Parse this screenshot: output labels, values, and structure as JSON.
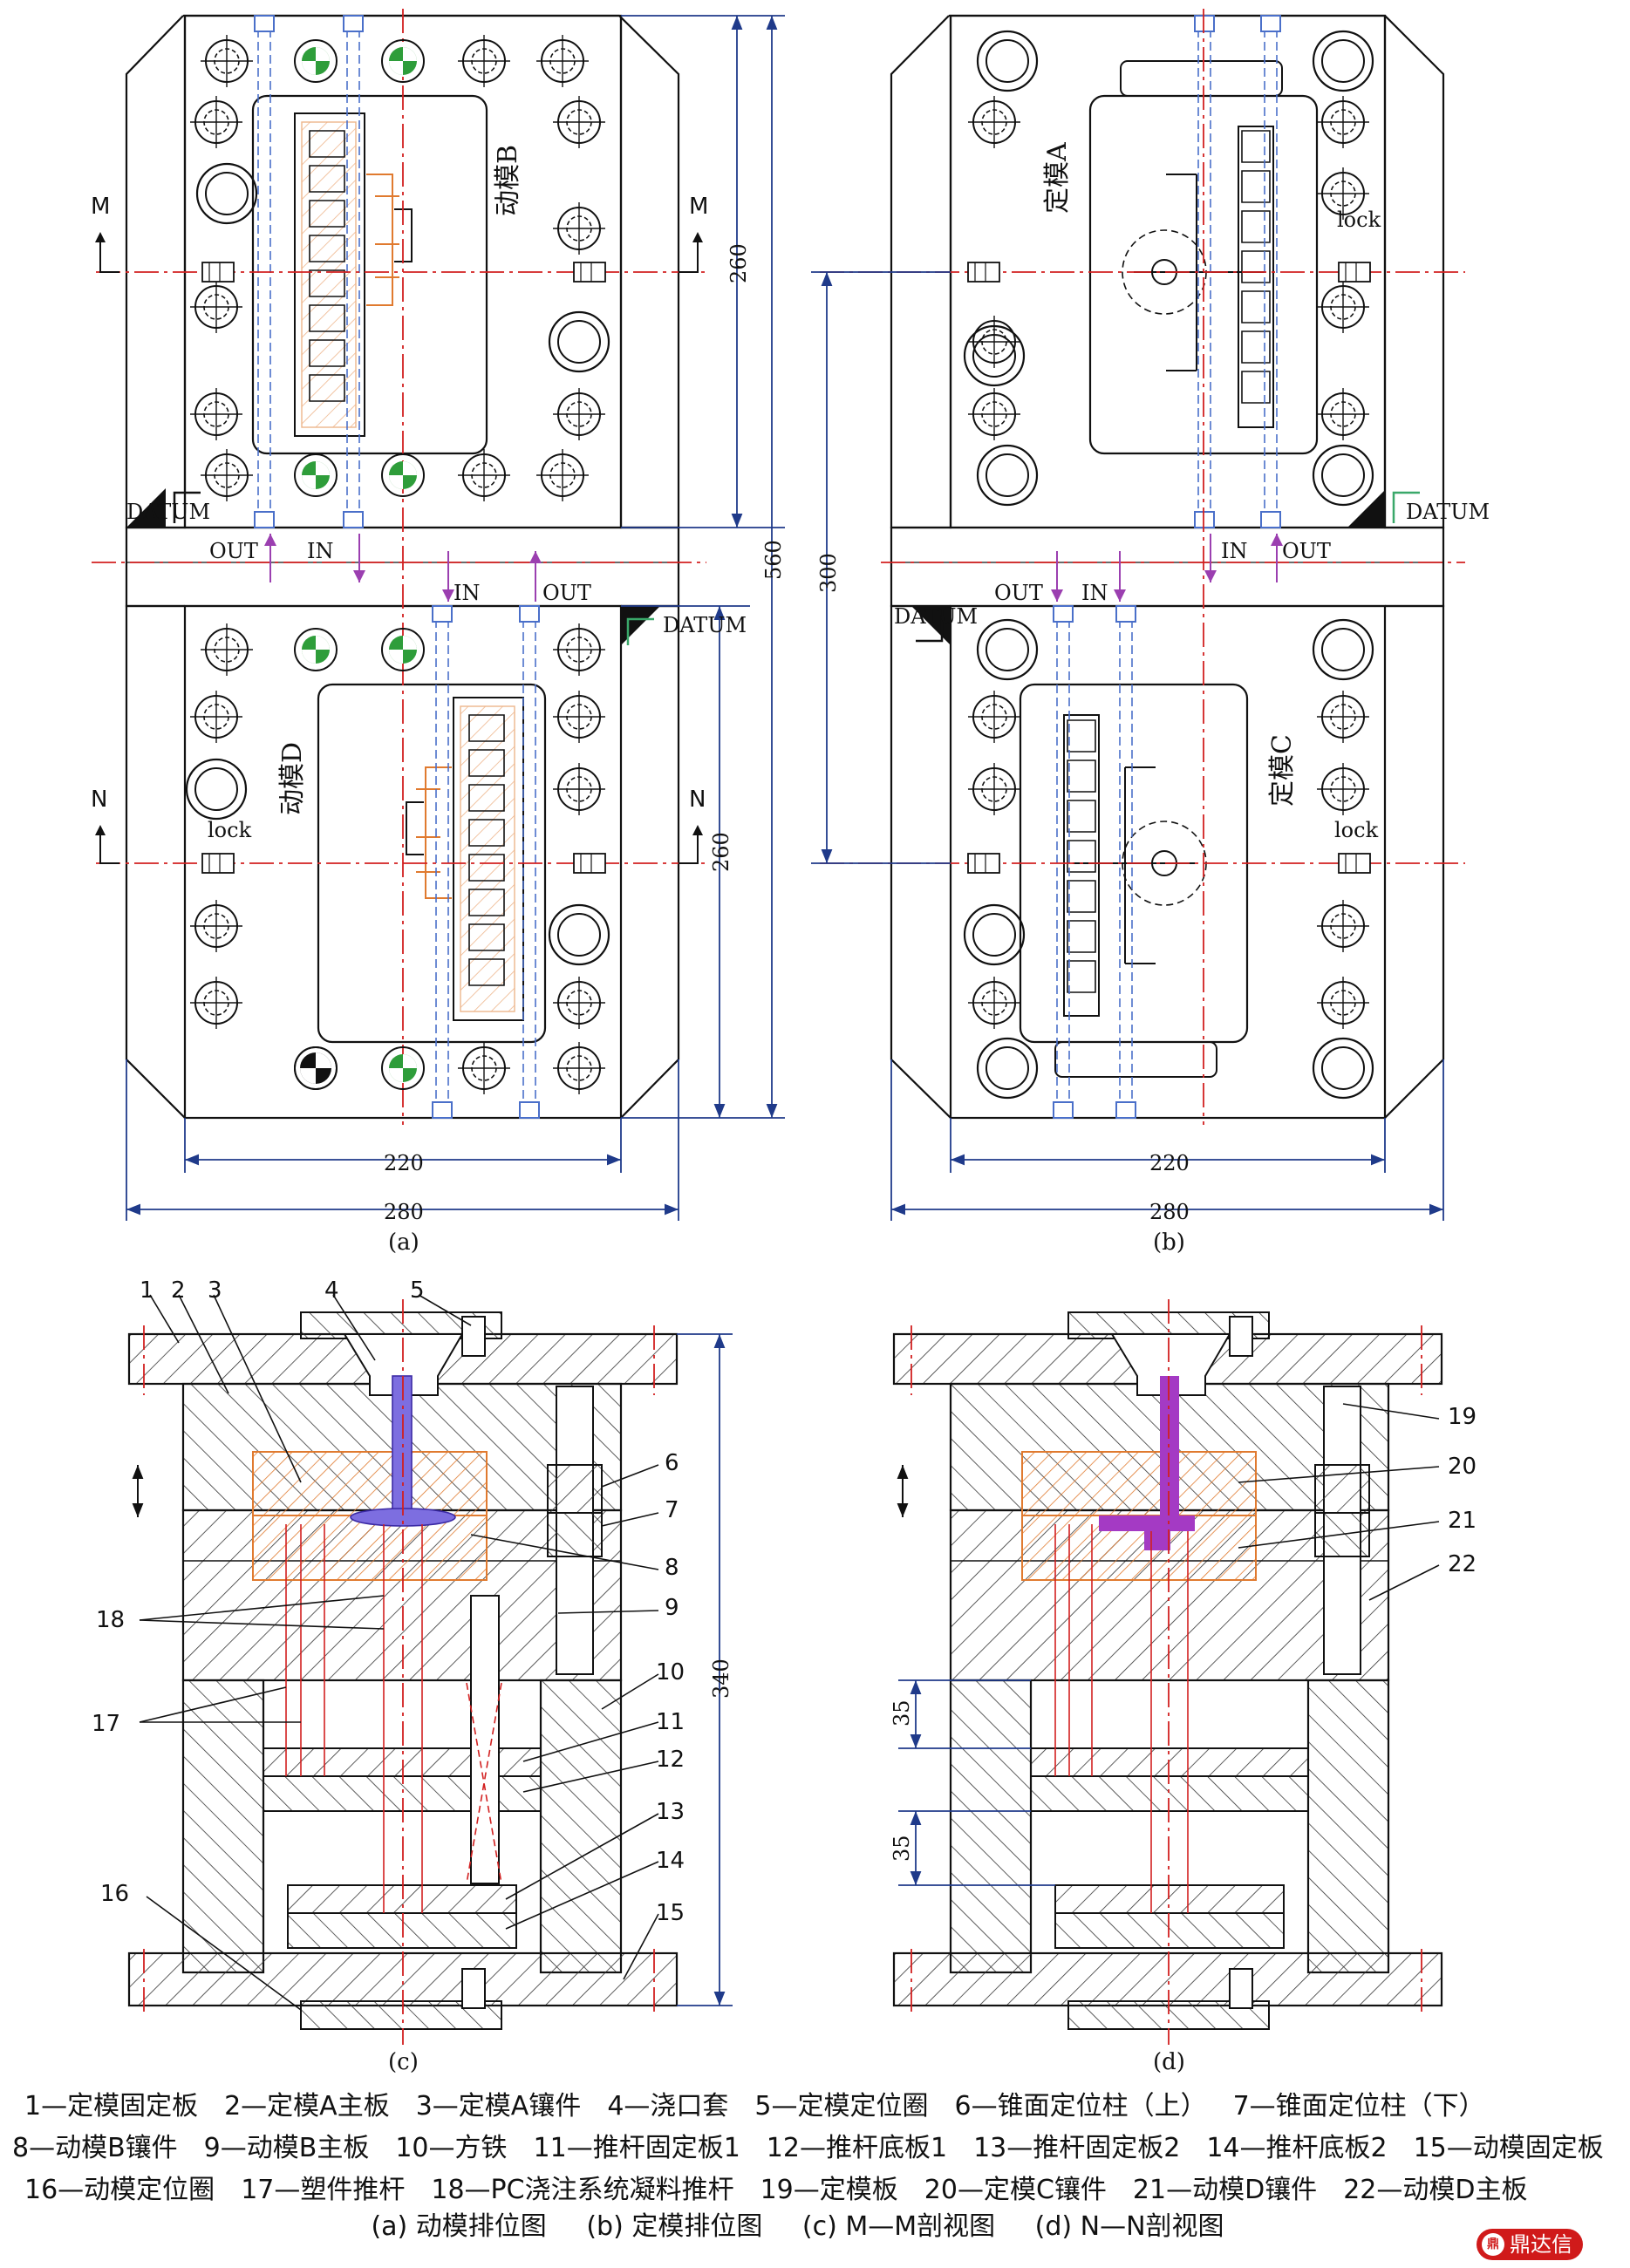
{
  "views": {
    "a": {
      "label": "(a)",
      "mold_b": "动模B",
      "mold_d": "动模D",
      "section_m": "M",
      "section_n": "N",
      "datum": "DATUM",
      "lock": "lock",
      "out": "OUT",
      "in": "IN",
      "dim_260_top": "260",
      "dim_260_bottom": "260",
      "dim_560": "560",
      "dim_220": "220",
      "dim_280": "280"
    },
    "b": {
      "label": "(b)",
      "mold_a": "定模A",
      "mold_c": "定模C",
      "datum": "DATUM",
      "lock": "lock",
      "out": "OUT",
      "in": "IN",
      "dim_300": "300",
      "dim_220": "220",
      "dim_280": "280"
    },
    "c": {
      "label": "(c)",
      "dim_340": "340",
      "callouts": [
        "1",
        "2",
        "3",
        "4",
        "5",
        "6",
        "7",
        "8",
        "9",
        "10",
        "11",
        "12",
        "13",
        "14",
        "15",
        "16",
        "17",
        "18"
      ]
    },
    "d": {
      "label": "(d)",
      "dim_35a": "35",
      "dim_35b": "35",
      "callouts": [
        "19",
        "20",
        "21",
        "22"
      ]
    }
  },
  "legend": {
    "row1": [
      "1—定模固定板",
      "2—定模A主板",
      "3—定模A镶件",
      "4—浇口套",
      "5—定模定位圈",
      "6—锥面定位柱（上）",
      "7—锥面定位柱（下）"
    ],
    "row2": [
      "8—动模B镶件",
      "9—动模B主板",
      "10—方铁",
      "11—推杆固定板1",
      "12—推杆底板1",
      "13—推杆固定板2",
      "14—推杆底板2",
      "15—动模固定板"
    ],
    "row3": [
      "16—动模定位圈",
      "17—塑件推杆",
      "18—PC浇注系统凝料推杆",
      "19—定模板",
      "20—定模C镶件",
      "21—动模D镶件",
      "22—动模D主板"
    ]
  },
  "caption": [
    "(a) 动模排位图",
    "(b) 定模排位图",
    "(c) M—M剖视图",
    "(d) N—N剖视图"
  ],
  "badge": {
    "icon": "鼎",
    "text": "鼎达信"
  },
  "colors": {
    "centerline": "#d22020",
    "dimension": "#1f3a8a",
    "arrow": "#9b3fb0",
    "green": "#2e9d3a",
    "water_blue": "#4a6fc9",
    "insert_orange": "#e07a2f",
    "runner": "#8a3fb8",
    "datum_green": "#3aa86a"
  }
}
